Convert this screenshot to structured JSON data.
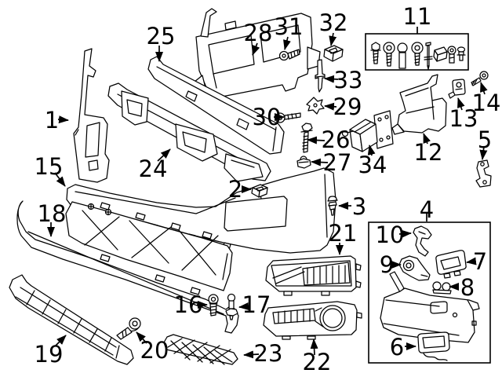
{
  "diagram": {
    "background": "#ffffff",
    "line_color": "#000000",
    "label_color": "#000000",
    "labels": [
      {
        "text": "1"
      },
      {
        "text": "2"
      },
      {
        "text": "3"
      },
      {
        "text": "4"
      },
      {
        "text": "5"
      },
      {
        "text": "6"
      },
      {
        "text": "7"
      },
      {
        "text": "8"
      },
      {
        "text": "9"
      },
      {
        "text": "10"
      },
      {
        "text": "11"
      },
      {
        "text": "12"
      },
      {
        "text": "13"
      },
      {
        "text": "14"
      },
      {
        "text": "15"
      },
      {
        "text": "16"
      },
      {
        "text": "17"
      },
      {
        "text": "18"
      },
      {
        "text": "19"
      },
      {
        "text": "20"
      },
      {
        "text": "21"
      },
      {
        "text": "22"
      },
      {
        "text": "23"
      },
      {
        "text": "24"
      },
      {
        "text": "25"
      },
      {
        "text": "26"
      },
      {
        "text": "27"
      },
      {
        "text": "28"
      },
      {
        "text": "29"
      },
      {
        "text": "30"
      },
      {
        "text": "31"
      },
      {
        "text": "32"
      },
      {
        "text": "33"
      },
      {
        "text": "34"
      }
    ]
  }
}
